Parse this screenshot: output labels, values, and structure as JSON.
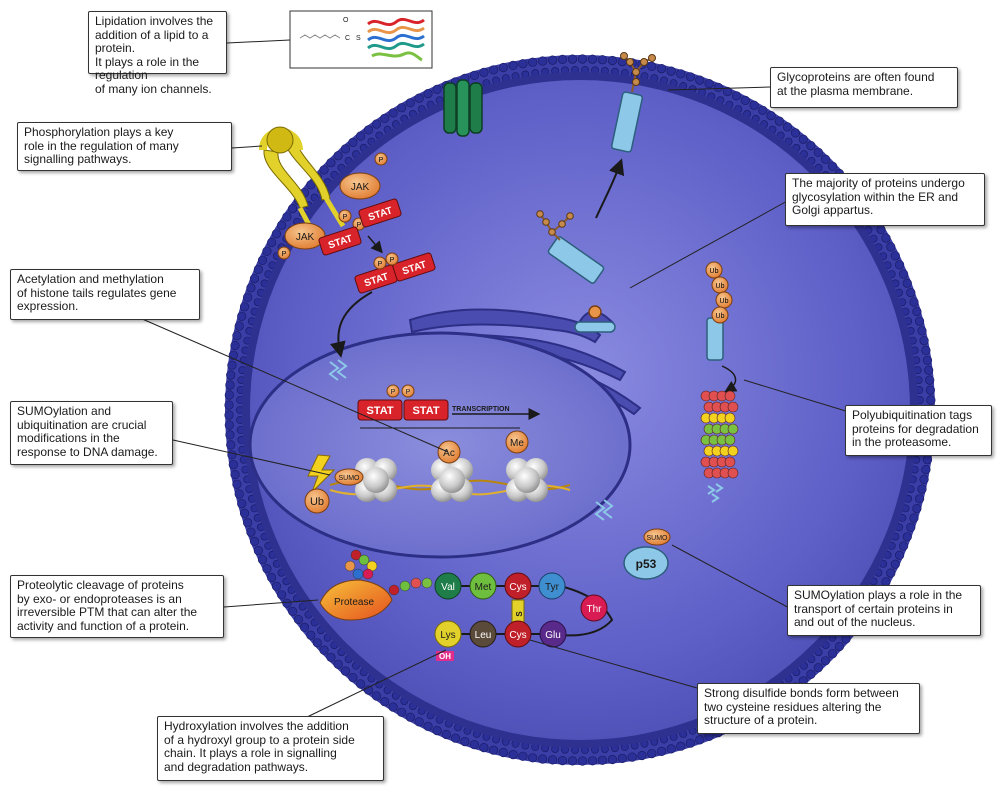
{
  "callouts": {
    "lipidation": "Lipidation involves the\naddition of a lipid to a protein.\nIt plays a role in the regulation\nof many ion channels.",
    "phosphorylation": "Phosphorylation plays a key\nrole in the regulation of many\nsignalling pathways.",
    "acetylation": "Acetylation and methylation\nof histone tails regulates gene\nexpression.",
    "sumoylation_dna": "SUMOylation and\nubiquitination are crucial\nmodifications in the\nresponse to DNA damage.",
    "proteolytic": "Proteolytic cleavage of proteins\nby exo- or endoproteases is an\nirreversible PTM that can alter the\nactivity and function of a protein.",
    "hydroxylation": "Hydroxylation involves the addition\nof a hydroxyl group to a protein side\nchain. It plays a role in signalling\nand degradation pathways.",
    "disulfide": "Strong disulfide bonds form between\ntwo cysteine residues altering the\nstructure of a protein.",
    "sumoylation_transport": "SUMOylation plays a role in the\ntransport of certain proteins in\nand out of the nucleus.",
    "polyubiquitination": "Polyubiquitination tags\nproteins for degradation\nin the proteasome.",
    "glycosylation": "The majority of proteins undergo\nglycosylation within the ER and\nGolgi appartus.",
    "glycoproteins": "Glycoproteins are often found\nat the plasma membrane."
  },
  "labels": {
    "jak": "JAK",
    "stat": "STAT",
    "p": "P",
    "ac": "Ac",
    "me": "Me",
    "sumo": "SUMO",
    "ub": "Ub",
    "p53": "p53",
    "transcription": "TRANSCRIPTION",
    "protease": "Protease",
    "oh": "OH",
    "lipid_o": "O",
    "lipid_c": "C",
    "lipid_s": "S"
  },
  "amino_acids": {
    "val": "Val",
    "met": "Met",
    "cys": "Cys",
    "tyr": "Tyr",
    "thr": "Thr",
    "lys": "Lys",
    "leu": "Leu",
    "glu": "Glu"
  },
  "colors": {
    "cytoplasm": "#5b5cc4",
    "membrane_head": "#3b3fa3",
    "nucleus": "#6c6ed2",
    "er_golgi": "#4a4cb0",
    "stat_red": "#d8232a",
    "phospho_orange": "#e8954a",
    "receptor_yellow": "#e2d12a",
    "channel_green": "#1f7d4a",
    "glyco_blue": "#8ec8e8"
  }
}
